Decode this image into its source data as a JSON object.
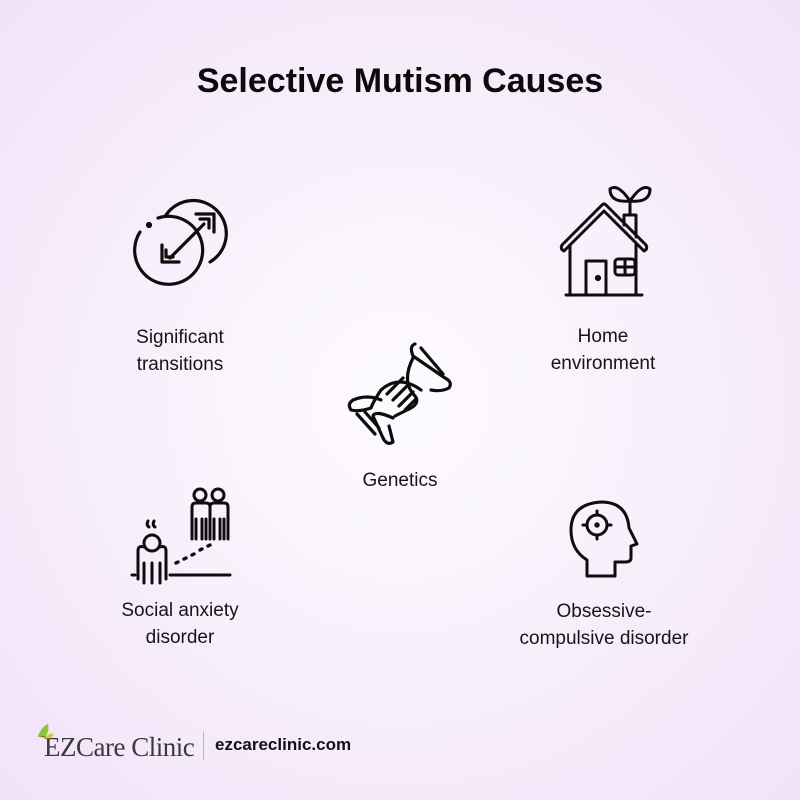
{
  "title": "Selective Mutism Causes",
  "colors": {
    "background_center": "#fdfbfe",
    "background_edge": "#f1e2f9",
    "icon_stroke": "#0d0d0d",
    "leaf_green": "#7cbf3a",
    "leaf_yellow": "#e3c13a"
  },
  "causes": [
    {
      "id": "significant-transitions",
      "icon": "transition-arrows-icon",
      "lines": [
        "Significant",
        "transitions"
      ]
    },
    {
      "id": "home-environment",
      "icon": "house-with-plant-icon",
      "lines": [
        "Home",
        "environment"
      ]
    },
    {
      "id": "genetics",
      "icon": "dna-icon",
      "lines": [
        "Genetics"
      ]
    },
    {
      "id": "social-anxiety-disorder",
      "icon": "social-anxiety-people-icon",
      "lines": [
        "Social anxiety",
        "disorder"
      ]
    },
    {
      "id": "obsessive-compulsive-disorder",
      "icon": "head-target-icon",
      "lines": [
        "Obsessive-",
        "compulsive disorder"
      ]
    }
  ],
  "footer": {
    "brand": "EZCare Clinic",
    "website": "ezcareclinic.com"
  }
}
